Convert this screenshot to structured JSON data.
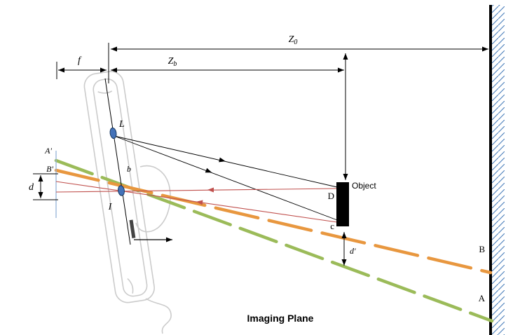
{
  "figure": {
    "caption": "Imaging Plane",
    "object_label": "Object",
    "dimensions": {
      "z0_base": "Z",
      "z0_sub": "0",
      "zb_base": "Z",
      "zb_sub": "b",
      "focal": "f",
      "baseline": "b",
      "disparity": "d",
      "displacement": "d'"
    },
    "points": {
      "laser": "L",
      "imager": "I",
      "a_wall": "A",
      "b_wall": "B",
      "a_image": "A'",
      "b_image": "B'",
      "d_object": "D",
      "c_object": "c"
    },
    "colors": {
      "ray_orange": "#E8973F",
      "ray_green": "#9BBB59",
      "ray_red": "#C0504D",
      "node_blue": "#4472B8",
      "node_blue_edge": "#17375E",
      "hatch_blue": "#4A7EBB",
      "image_plane_line": "#95B3D7",
      "object_fill": "#000000",
      "sketch_gray": "#C9C9C9"
    }
  }
}
